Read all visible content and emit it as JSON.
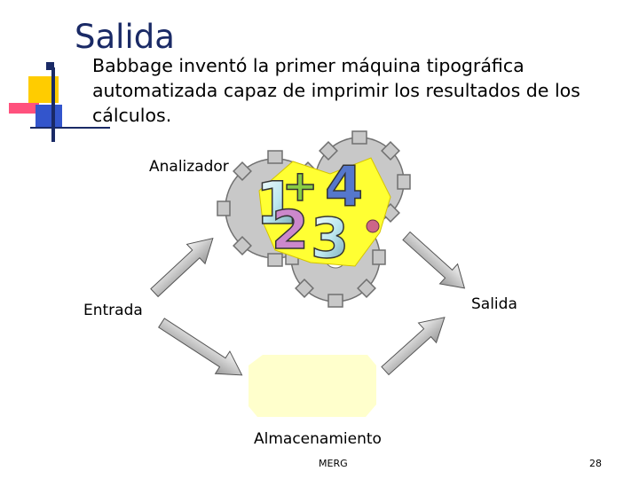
{
  "slide": {
    "title": "Salida",
    "bullet_text": "Babbage inventó la primer máquina tipográfica automatizada capaz de imprimir los resultados de los cálculos.",
    "labels": {
      "analizador": "Analizador",
      "entrada": "Entrada",
      "salida": "Salida",
      "almacenamiento": "Almacenamiento"
    },
    "footer_center": "MERG",
    "footer_page": "28"
  },
  "icons": [
    "corner-decoration-icon",
    "gears-numbers-clipart-icon",
    "arrow-icon",
    "storage-box-icon"
  ],
  "colors": {
    "title": "#1a2a66",
    "gear": "#c8c8c8",
    "storage_box": "#ffffcc"
  }
}
